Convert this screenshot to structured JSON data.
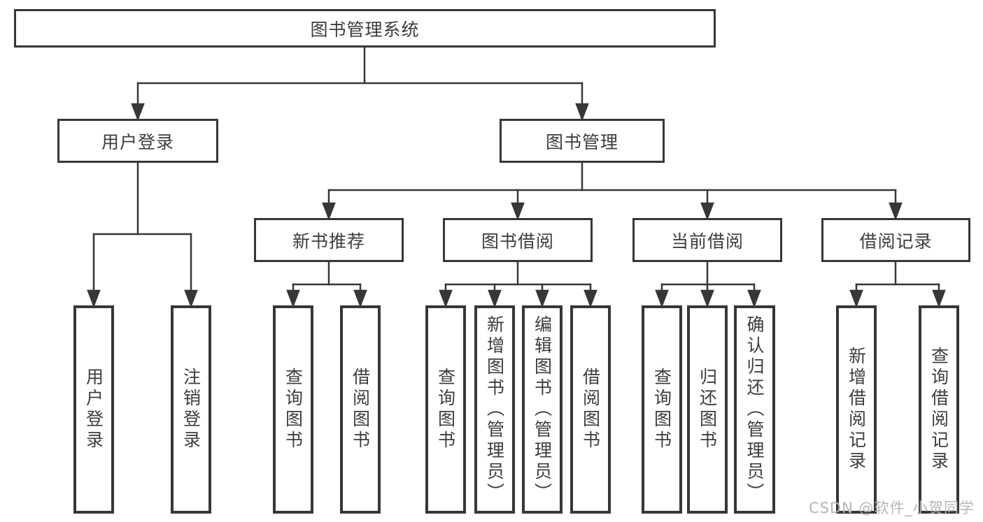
{
  "diagram": {
    "type": "tree",
    "tree": {
      "label": "图书管理系统",
      "children": [
        {
          "label": "用户登录",
          "children": [
            {
              "label": "用户登录"
            },
            {
              "label": "注销登录"
            }
          ]
        },
        {
          "label": "图书管理",
          "children": [
            {
              "label": "新书推荐",
              "children": [
                {
                  "label": "查询图书"
                },
                {
                  "label": "借阅图书"
                }
              ]
            },
            {
              "label": "图书借阅",
              "children": [
                {
                  "label": "查询图书"
                },
                {
                  "label": "新增图书（管理员）"
                },
                {
                  "label": "编辑图书（管理员）"
                },
                {
                  "label": "借阅图书"
                }
              ]
            },
            {
              "label": "当前借阅",
              "children": [
                {
                  "label": "查询图书"
                },
                {
                  "label": "归还图书"
                },
                {
                  "label": "确认归还（管理员）"
                }
              ]
            },
            {
              "label": "借阅记录",
              "children": [
                {
                  "label": "新增借阅记录"
                },
                {
                  "label": "查询借阅记录"
                }
              ]
            }
          ]
        }
      ]
    },
    "line_color": "#373737",
    "box_background": "#ffffff",
    "text_color": "#3d3d3d"
  },
  "watermark": {
    "text": "CSDN @软件_小贺同学",
    "color": "#b3b7bd"
  }
}
